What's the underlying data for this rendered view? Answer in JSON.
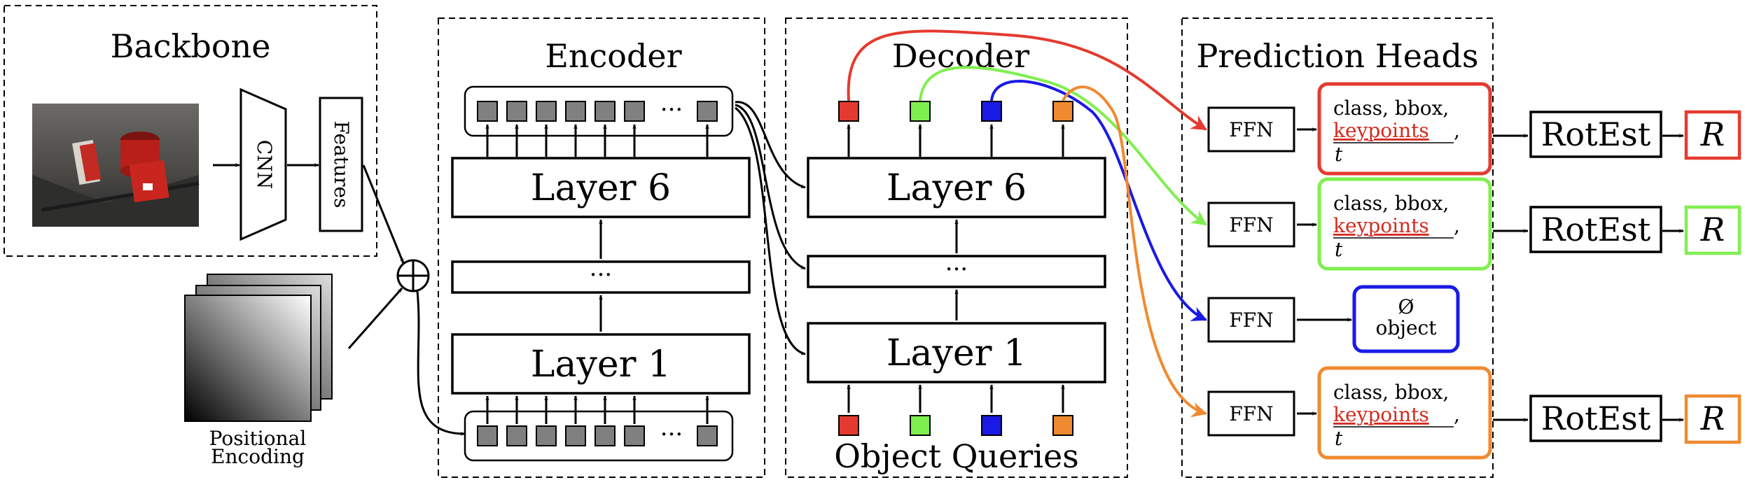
{
  "backbone": {
    "title": "Backbone",
    "cnn_label": "CNN",
    "features_label": "Features",
    "image_icon": "input-photo-of-mugs-on-desk",
    "positional_encoding": {
      "line1": "Positional",
      "line2": "Encoding",
      "icon": "gradient-stack"
    }
  },
  "encoder": {
    "title": "Encoder",
    "layer_top": "Layer 6",
    "layer_middle": "···",
    "layer_bottom": "Layer 1",
    "token_ellipsis": "···"
  },
  "decoder": {
    "title": "Decoder",
    "layer_top": "Layer 6",
    "layer_middle": "···",
    "layer_bottom": "Layer 1",
    "object_queries": "Object Queries"
  },
  "heads": {
    "title": "Prediction Heads",
    "rows": [
      {
        "ffn": "FFN",
        "out_line1": "class, bbox,",
        "out_keypoints": "keypoints",
        "out_comma": ",",
        "out_t": "t",
        "rotest": "RotEst",
        "result": "R",
        "color": "#e53a2f"
      },
      {
        "ffn": "FFN",
        "out_line1": "class, bbox,",
        "out_keypoints": "keypoints",
        "out_comma": ",",
        "out_t": "t",
        "rotest": "RotEst",
        "result": "R",
        "color": "#7fef4f"
      },
      {
        "ffn": "FFN",
        "empty_symbol": "Ø",
        "empty_word": "object",
        "color": "#1a1ae6"
      },
      {
        "ffn": "FFN",
        "out_line1": "class, bbox,",
        "out_keypoints": "keypoints",
        "out_comma": ",",
        "out_t": "t",
        "rotest": "RotEst",
        "result": "R",
        "color": "#f08a30"
      }
    ]
  },
  "colors": {
    "red": "#e53a2f",
    "green": "#7fef4f",
    "blue": "#1a1ae6",
    "orange": "#f08a30",
    "token_gray": "#808080",
    "keypoints_red": "#d42a1f"
  }
}
